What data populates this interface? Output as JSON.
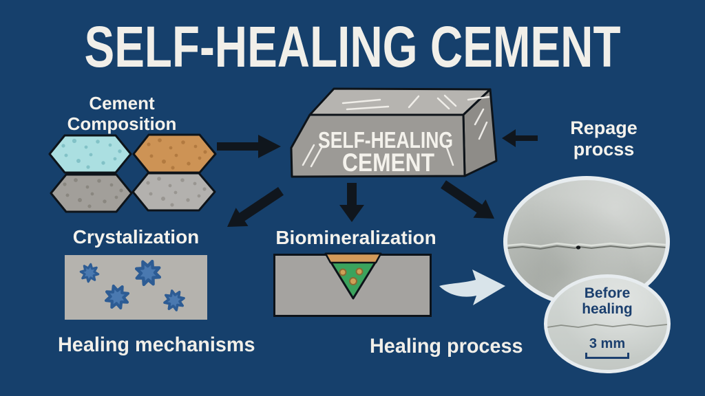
{
  "title": "SELF-HEALING CEMENT",
  "colors": {
    "background": "#16406c",
    "title_text": "#f1efe9",
    "label_text": "#f4f2ec",
    "navy_text": "#1b3f6e",
    "arrow_black": "#10161d",
    "swoosh_arrow": "#d9e4ea",
    "hex_cyan": "#abdfe1",
    "hex_cyan_speck": "#82c2c7",
    "hex_orange": "#cd9355",
    "hex_orange_speck": "#b27a40",
    "hex_gray_dark": "#a29f9a",
    "hex_gray_dark_speck": "#8a8780",
    "hex_gray_light": "#b3b1ae",
    "hex_gray_light_speck": "#999691",
    "block_top": "#b6b4b0",
    "block_front": "#9c9a96",
    "block_side": "#8e8c88",
    "block_outline": "#0d1319",
    "scratch_white": "#f5f3ee",
    "panel_crystal": "#b5b3ae",
    "panel_biomin": "#a5a3a0",
    "crystal_fill": "#4a79b0",
    "crystal_stroke": "#2d5c94",
    "triangle_green": "#3ba35d",
    "triangle_band": "#d29a5a",
    "dot_fill": "#cfa057",
    "dot_stroke": "#8a6a33",
    "circle_border": "#e7ecef",
    "crack_dark": "#70746e",
    "crack_small": "#8b8f88"
  },
  "composition": {
    "line1": "Cement",
    "line2": "Composition"
  },
  "block": {
    "line1": "SELF-HEALING",
    "line2": "CEMENT"
  },
  "repair": {
    "line1": "Repage",
    "line2": "procss"
  },
  "sections": {
    "crystallization": "Crystalization",
    "biomineralization": "Biomineralization",
    "healing_mechanisms": "Healing mechanisms",
    "healing_process": "Healing process"
  },
  "micrograph": {
    "before_line1": "Before",
    "before_line2": "healing",
    "scale": "3 mm"
  }
}
